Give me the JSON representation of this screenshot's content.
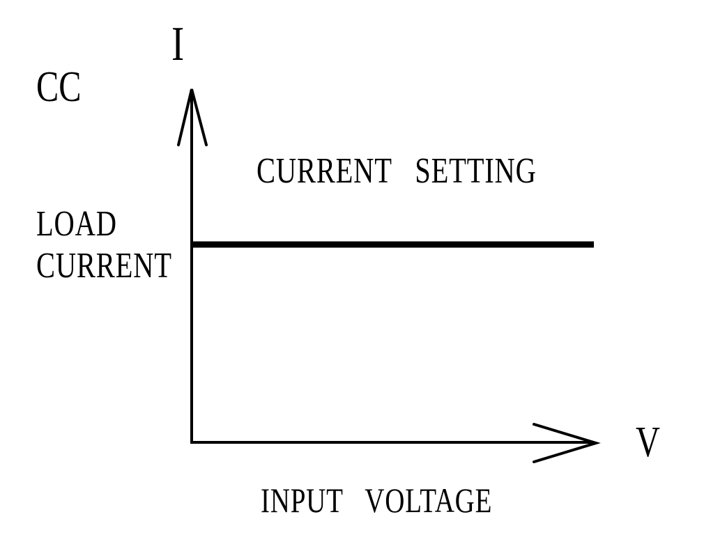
{
  "page": {
    "background": "#ffffff",
    "ink": "#000000"
  },
  "diagram": {
    "mode_label": "CC",
    "y_axis_symbol": "I",
    "x_axis_symbol": "V",
    "setting_line_label": "CURRENT SETTING",
    "y_value_label": [
      "LOAD",
      "CURRENT"
    ],
    "x_axis_caption": "INPUT VOLTAGE"
  },
  "chart_data": {
    "type": "line",
    "title": "CC",
    "xlabel": "INPUT VOLTAGE",
    "ylabel": "LOAD CURRENT",
    "x_axis_symbol": "V",
    "y_axis_symbol": "I",
    "grid": false,
    "legend": false,
    "series": [
      {
        "name": "CURRENT SETTING",
        "description": "Horizontal (constant) load-current line: current stays at the set value regardless of input voltage"
      }
    ]
  }
}
